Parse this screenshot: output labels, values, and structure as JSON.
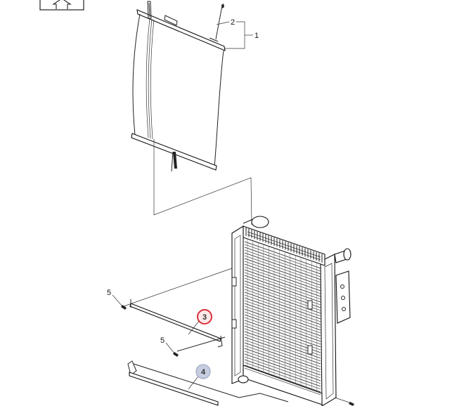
{
  "callouts": [
    {
      "id": "1",
      "label": "1"
    },
    {
      "id": "2",
      "label": "2"
    },
    {
      "id": "3",
      "label": "3",
      "style": "highlight-red",
      "color": "#d9303a"
    },
    {
      "id": "4",
      "label": "4",
      "style": "highlight-blue",
      "color": "#aab4cc"
    },
    {
      "id": "5a",
      "label": "5"
    },
    {
      "id": "5b",
      "label": "5"
    }
  ]
}
